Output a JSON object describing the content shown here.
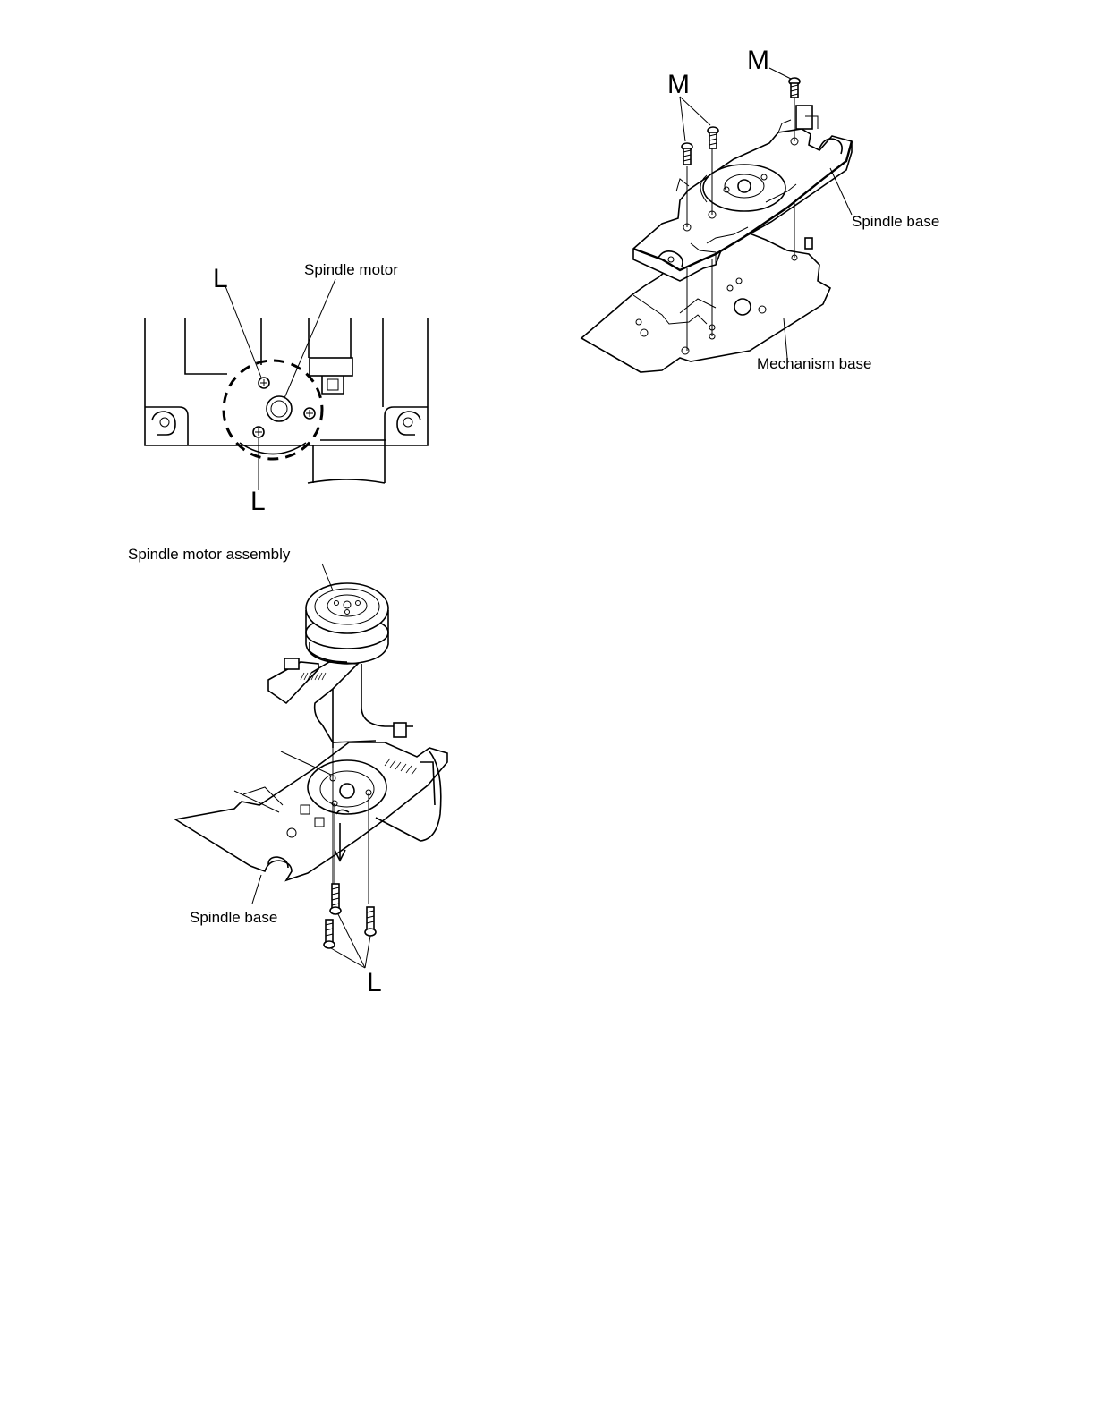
{
  "figure1": {
    "spindle_motor_label": "Spindle motor",
    "screw_label_top": "L",
    "screw_label_bottom": "L"
  },
  "figure2": {
    "assembly_label": "Spindle motor assembly",
    "spindle_base_label": "Spindle base",
    "screw_label": "L"
  },
  "figure3": {
    "screw_label_top": "M",
    "screw_label_pair": "M",
    "spindle_base_label": "Spindle base",
    "mechanism_base_label": "Mechanism base"
  }
}
